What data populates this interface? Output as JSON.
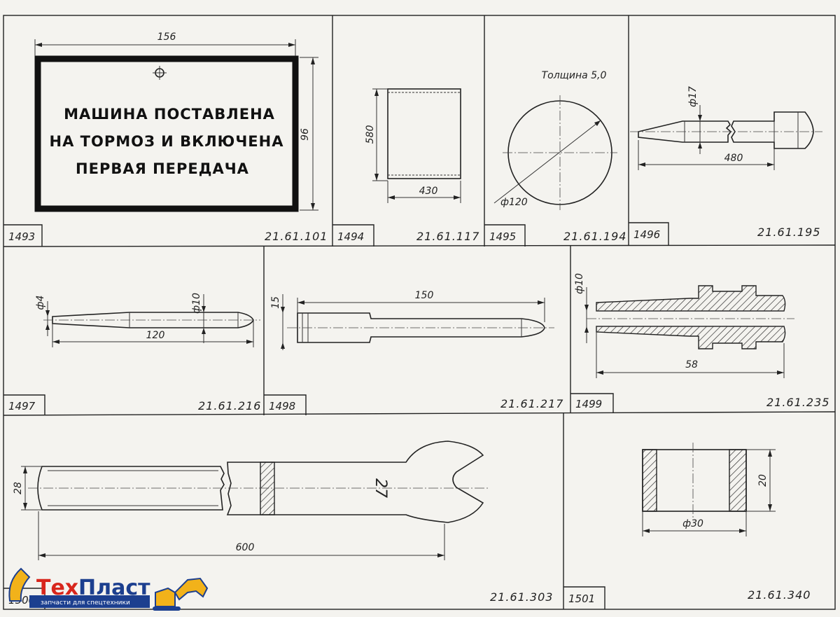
{
  "cells": [
    {
      "number": "1493",
      "code": "21.61.101"
    },
    {
      "number": "1494",
      "code": "21.61.117"
    },
    {
      "number": "1495",
      "code": "21.61.194"
    },
    {
      "number": "1496",
      "code": "21.61.195"
    },
    {
      "number": "1497",
      "code": "21.61.216"
    },
    {
      "number": "1498",
      "code": "21.61.217"
    },
    {
      "number": "1499",
      "code": "21.61.235"
    },
    {
      "number": "1500",
      "code": "21.61.303"
    },
    {
      "number": "1501",
      "code": "21.61.340"
    }
  ],
  "sign_plate": {
    "lines": [
      "МАШИНА ПОСТАВЛЕНА",
      "НА ТОРМОЗ И ВКЛЮЧЕНА",
      "ПЕРВАЯ ПЕРЕДАЧА"
    ],
    "width_dim": "156",
    "height_dim": "96"
  },
  "sheet": {
    "height_dim": "580",
    "width_dim": "430"
  },
  "disc": {
    "thickness_note": "Толщина 5,0",
    "diameter_dim": "ф120"
  },
  "pin_1496": {
    "diameter_dim": "ф17",
    "length_dim": "480"
  },
  "pin_1497": {
    "small_dim": "ф4",
    "diameter_dim": "ф10",
    "length_dim": "120"
  },
  "rod_1498": {
    "diameter_dim": "15",
    "length_dim": "150"
  },
  "fitting_1499": {
    "diameter_dim": "ф10",
    "length_dim": "58"
  },
  "wrench": {
    "width_dim": "28",
    "size_label": "27",
    "length_dim": "600"
  },
  "bushing": {
    "height_dim": "20",
    "diameter_dim": "ф30"
  },
  "watermark": {
    "brand_left": "Тех",
    "brand_right": "Пласт",
    "tagline": "запчасти для спецтехники"
  },
  "colors": {
    "paper": "#f4f3ef",
    "ink": "#1a1a1a",
    "logo_red": "#d8261c",
    "logo_yellow": "#f2b21a",
    "logo_blue": "#1c3f8f"
  }
}
